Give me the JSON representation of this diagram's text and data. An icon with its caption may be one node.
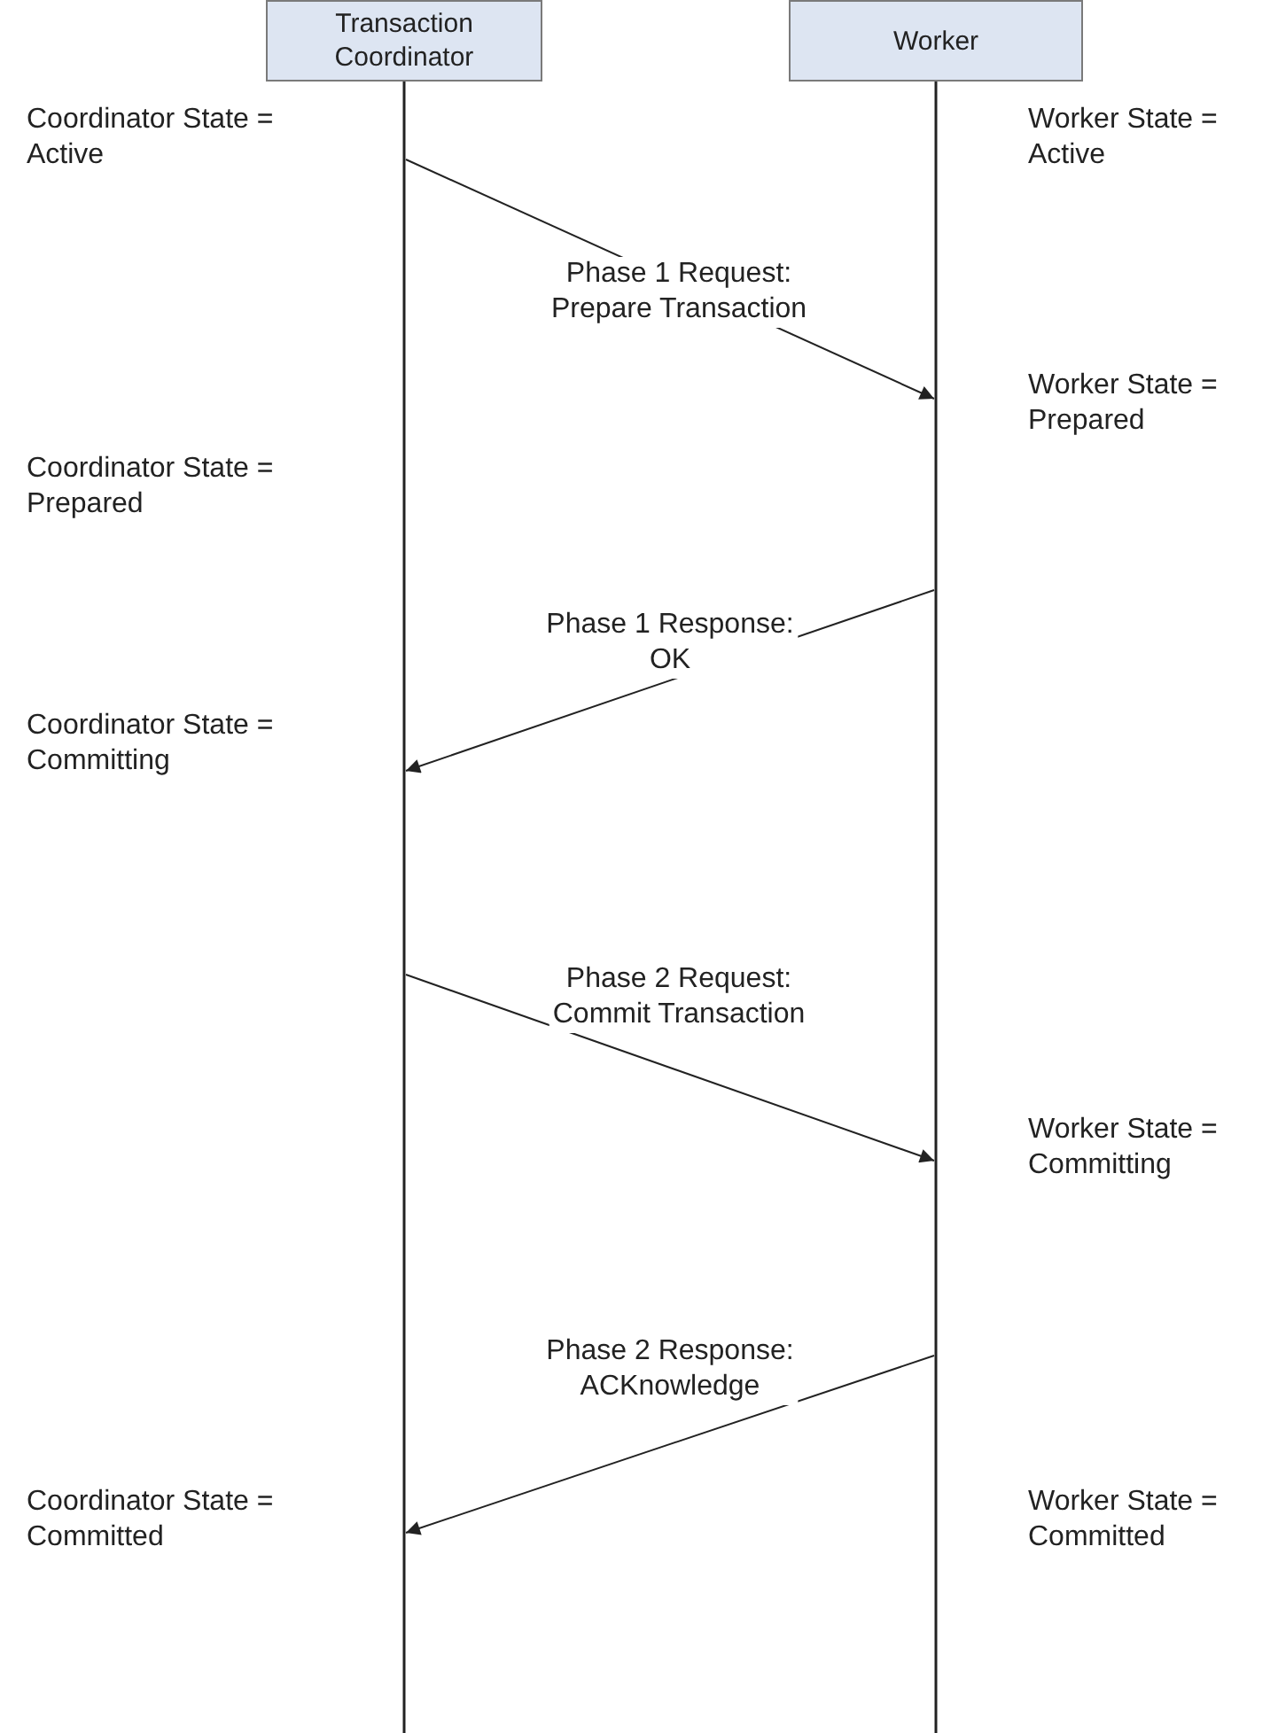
{
  "diagram": {
    "nodes": [
      {
        "text": [
          "Transaction Coordinator"
        ]
      },
      {
        "text": [
          "Worker"
        ]
      },
      {
        "text": [],
        "shape": "line"
      },
      {
        "text": [],
        "shape": "line"
      }
    ],
    "edges": [
      {
        "from": 2,
        "to": 3,
        "arrow": "to",
        "label": "Phase 1 Request: Prepare Transaction"
      },
      {
        "from": 3,
        "to": 2,
        "arrow": "to",
        "label": "Phase 1 Response: OK"
      },
      {
        "from": 2,
        "to": 3,
        "arrow": "to",
        "label": "Phase 2 Request: Commit Transaction"
      },
      {
        "from": 3,
        "to": 2,
        "arrow": "to",
        "label": "Phase 2 Response: ACKnowledge"
      }
    ],
    "labels": [
      "Coordinator State = Active",
      "Worker State = Active",
      "Worker State = Prepared",
      "Coordinator State = Prepared",
      "Coordinator State = Committing",
      "Worker State = Committing",
      "Coordinator State = Committed",
      "Worker State = Committed"
    ]
  }
}
